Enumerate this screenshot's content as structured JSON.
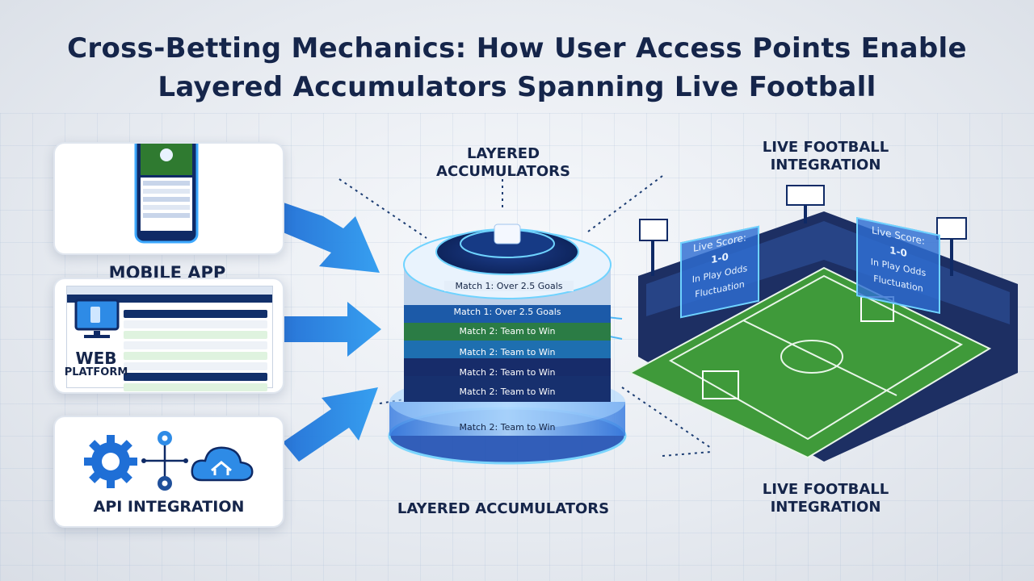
{
  "title_line1": "Cross-Betting Mechanics: How User Access Points Enable",
  "title_line2": "Layered Accumulators Spanning Live Football",
  "access_points": {
    "mobile": "MOBILE APP",
    "web_line1": "WEB",
    "web_line2": "PLATFORM",
    "api": "API INTEGRATION"
  },
  "stack": {
    "top_label_line1": "LAYERED",
    "top_label_line2": "ACCUMULATORS",
    "bottom_label": "LAYERED ACCUMULATORS",
    "layers": [
      "Match 1: Over 2.5 Goals",
      "Match 1: Over 2.5 Goals",
      "Match 2: Team to Win",
      "Match 2: Team to Win",
      "Match 2: Team to Win",
      "Match 2: Team to Win",
      "Match 2: Team to Win"
    ]
  },
  "stadium": {
    "top_label_line1": "LIVE FOOTBALL",
    "top_label_line2": "INTEGRATION",
    "bottom_label_line1": "LIVE FOOTBALL",
    "bottom_label_line2": "INTEGRATION",
    "panel_left": {
      "line1": "Live Score:",
      "line2": "1-0",
      "line3": "In Play Odds",
      "line4": "Fluctuation"
    },
    "panel_right": {
      "line1": "Live Score:",
      "line2": "1-0",
      "line3": "In Play Odds",
      "line4": "Fluctuation"
    }
  },
  "colors": {
    "navy": "#15254a",
    "accent_blue": "#1e88e5",
    "glow": "#6fd3ff",
    "pitch": "#3f9a3a"
  }
}
